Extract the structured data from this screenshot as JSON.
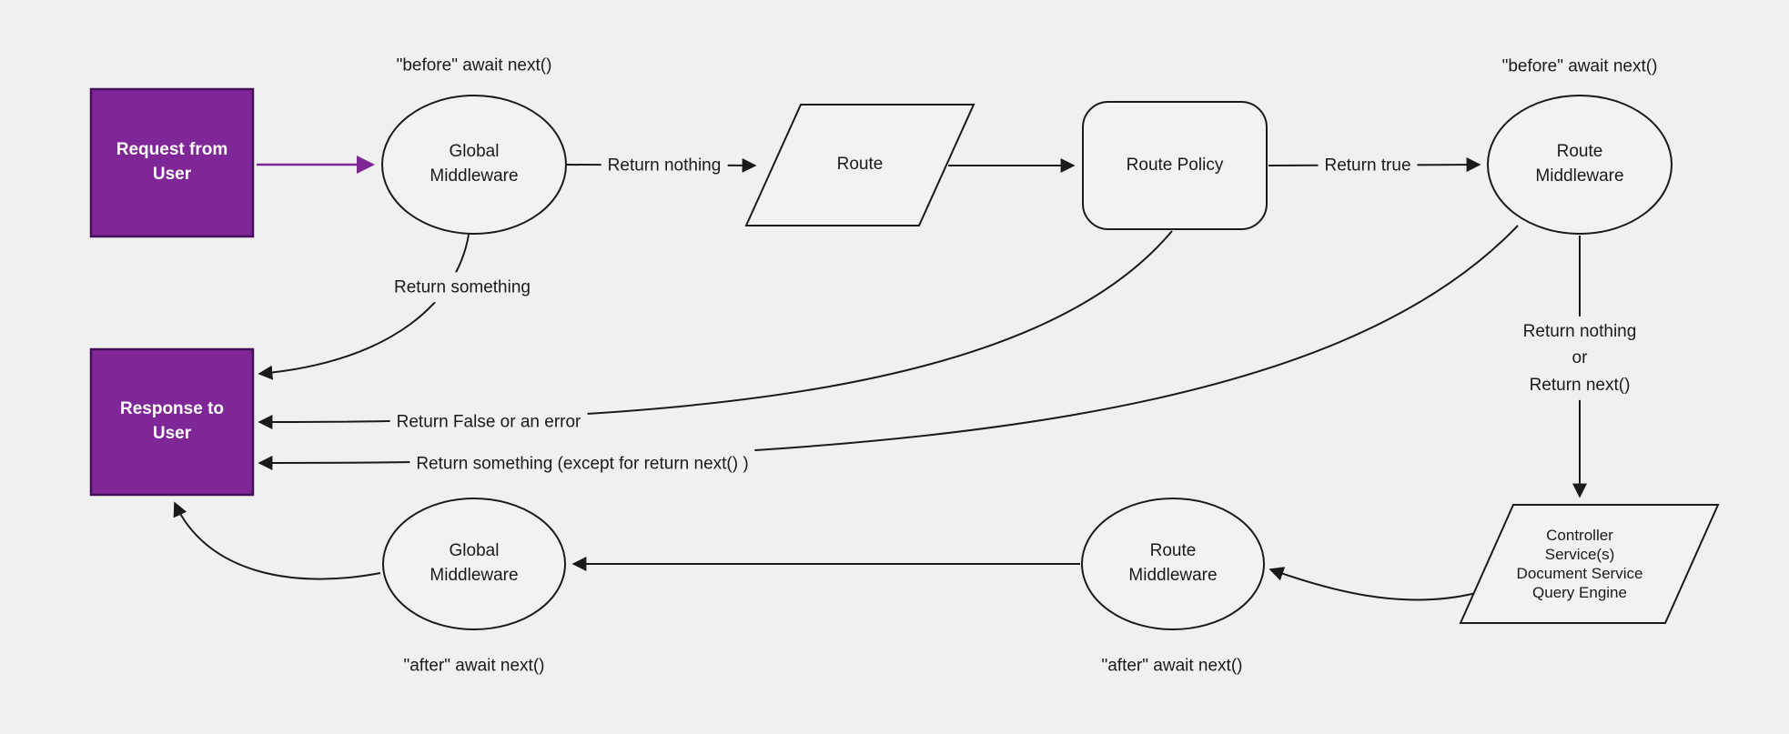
{
  "colors": {
    "background": "#f0f0f0",
    "node_fill": "#f2f2f2",
    "node_border": "#1a1a1a",
    "accent_purple": "#7f2797",
    "purple_border": "#44105a",
    "text": "#1a1a1a",
    "text_on_purple": "#ffffff"
  },
  "nodes": {
    "request": {
      "label": "Request from\nUser"
    },
    "global_middleware_top": {
      "label": "Global\nMiddleware"
    },
    "route": {
      "label": "Route"
    },
    "route_policy": {
      "label": "Route Policy"
    },
    "route_middleware_top": {
      "label": "Route\nMiddleware"
    },
    "controller": {
      "label": "Controller\nService(s)\nDocument Service\nQuery Engine"
    },
    "route_middleware_bottom": {
      "label": "Route\nMiddleware"
    },
    "global_middleware_bottom": {
      "label": "Global\nMiddleware"
    },
    "response": {
      "label": "Response to\nUser"
    }
  },
  "edge_labels": {
    "before_await_left": "\"before\" await next()",
    "before_await_right": "\"before\" await next()",
    "return_nothing": "Return nothing",
    "return_true": "Return true",
    "return_something": "Return something",
    "return_false_or_error": "Return False or an error",
    "return_something_except": "Return something (except for return next() )",
    "return_nothing_or_next": "Return nothing\nor\nReturn next()",
    "after_await_left": "\"after\" await next()",
    "after_await_right": "\"after\" await next()"
  }
}
